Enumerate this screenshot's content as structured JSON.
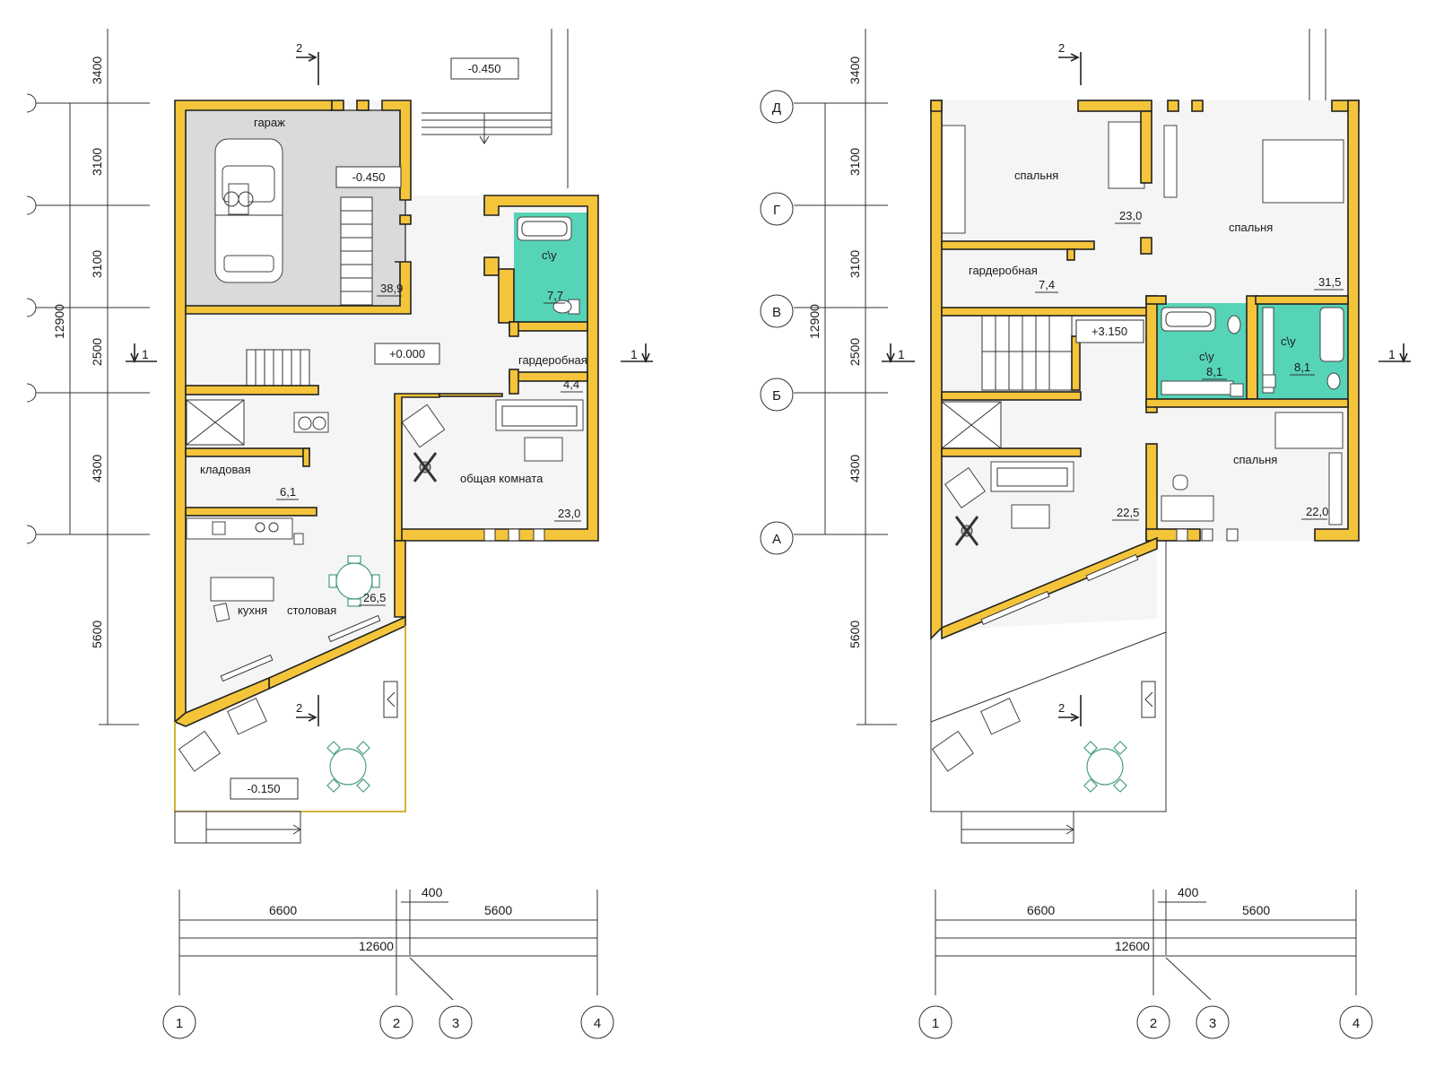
{
  "colors": {
    "wall": "#f4c53b",
    "wet_room": "#56d4b8",
    "garage": "#dadada",
    "floor": "#f5f5f5"
  },
  "plan1": {
    "levels": {
      "top": "-0.450",
      "garage": "-0.450",
      "main": "+0.000",
      "terrace": "-0.150"
    },
    "rooms": {
      "garage": "гараж",
      "wc": "с\\у",
      "wardrobe": "гардеробная",
      "pantry": "кладовая",
      "living": "общая комната",
      "kitchen": "кухня",
      "dining": "столовая"
    },
    "areas": {
      "garage": "38,9",
      "wc": "7,7",
      "wardrobe": "4,4",
      "pantry": "6,1",
      "living": "23,0",
      "kitchen": "26,5"
    },
    "vertical_dims": [
      "3400",
      "3100",
      "3100",
      "2500",
      "4300",
      "5600"
    ],
    "total_height": "12900",
    "horizontal_dims": {
      "a": "6600",
      "b": "400",
      "c": "5600",
      "total": "12600"
    },
    "axes": [
      "1",
      "2",
      "3",
      "4"
    ],
    "section_marks": {
      "left": "1",
      "right": "1",
      "top": "2",
      "bottom": "2"
    }
  },
  "plan2": {
    "levels": {
      "main": "+3.150"
    },
    "rooms": {
      "bedroom1": "спальня",
      "bedroom2": "спальня",
      "bedroom3": "спальня",
      "wardrobe": "гардеробная",
      "wc1": "с\\у",
      "wc2": "с\\у"
    },
    "areas": {
      "bedroom1": "23,0",
      "bedroom2": "31,5",
      "bedroom3": "22,0",
      "wardrobe": "7,4",
      "wc1": "8,1",
      "wc2": "8,1",
      "living": "22,5"
    },
    "row_axes": [
      "Д",
      "Г",
      "В",
      "Б",
      "А"
    ],
    "vertical_dims": [
      "3400",
      "3100",
      "3100",
      "2500",
      "4300",
      "5600"
    ],
    "total_height": "12900",
    "horizontal_dims": {
      "a": "6600",
      "b": "400",
      "c": "5600",
      "total": "12600"
    },
    "axes": [
      "1",
      "2",
      "3",
      "4"
    ],
    "section_marks": {
      "left": "1",
      "right": "1",
      "top": "2",
      "bottom": "2"
    }
  }
}
